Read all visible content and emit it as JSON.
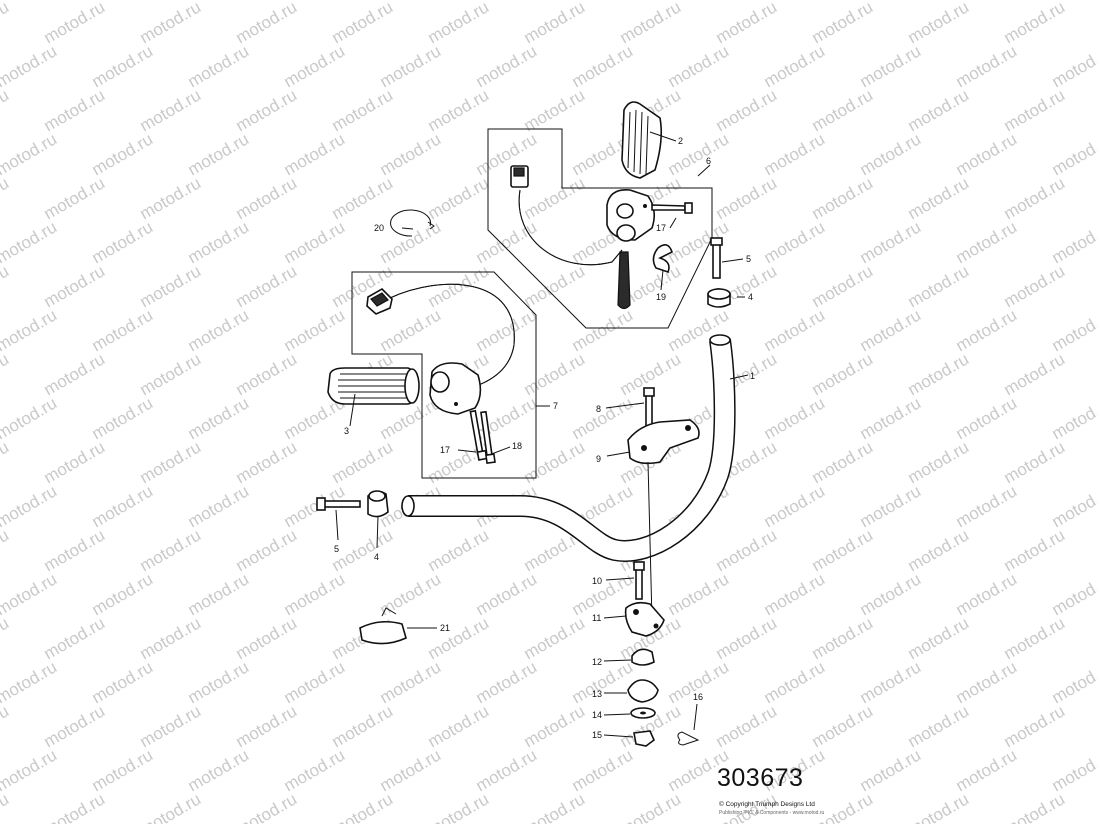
{
  "watermark": {
    "text": "motod.ru"
  },
  "drawing": {
    "number": "303673",
    "copyright": "© Copyright Triumph Designs Ltd",
    "copyright_sub": "Publishing 'PIC' & Components - www.motod.ru"
  },
  "callouts": [
    {
      "id": "1",
      "text": "1"
    },
    {
      "id": "2",
      "text": "2"
    },
    {
      "id": "3",
      "text": "3"
    },
    {
      "id": "4a",
      "text": "4"
    },
    {
      "id": "4b",
      "text": "4"
    },
    {
      "id": "5a",
      "text": "5"
    },
    {
      "id": "5b",
      "text": "5"
    },
    {
      "id": "6",
      "text": "6"
    },
    {
      "id": "7",
      "text": "7"
    },
    {
      "id": "8",
      "text": "8"
    },
    {
      "id": "9",
      "text": "9"
    },
    {
      "id": "10",
      "text": "10"
    },
    {
      "id": "11",
      "text": "11"
    },
    {
      "id": "12",
      "text": "12"
    },
    {
      "id": "13",
      "text": "13"
    },
    {
      "id": "14",
      "text": "14"
    },
    {
      "id": "15",
      "text": "15"
    },
    {
      "id": "16",
      "text": "16"
    },
    {
      "id": "17a",
      "text": "17"
    },
    {
      "id": "17b",
      "text": "17"
    },
    {
      "id": "18",
      "text": "18"
    },
    {
      "id": "19",
      "text": "19"
    },
    {
      "id": "20",
      "text": "20"
    },
    {
      "id": "21",
      "text": "21"
    }
  ]
}
